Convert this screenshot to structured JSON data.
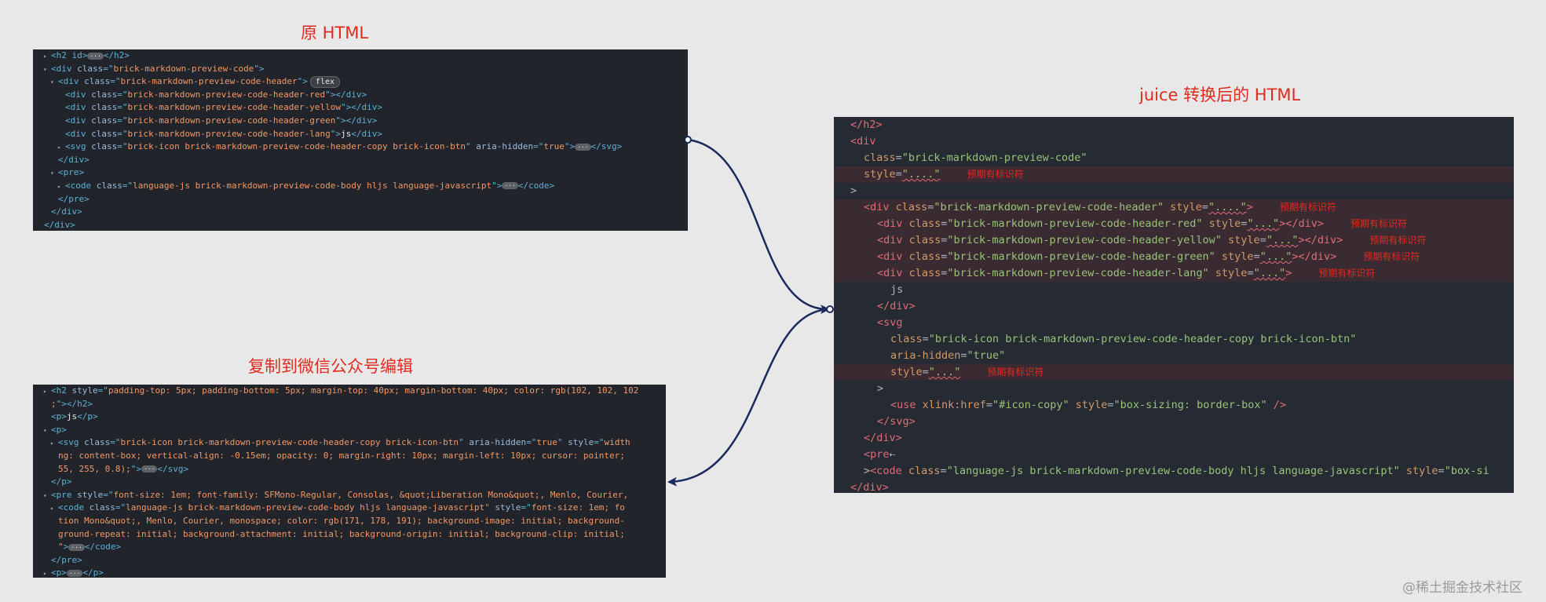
{
  "captions": {
    "original": "原 HTML",
    "wechat": "复制到微信公众号编辑",
    "juice": "juice 转换后的 HTML"
  },
  "panel_original": {
    "lines": [
      {
        "indent": 1,
        "tri": "▸",
        "parts": [
          [
            "tag",
            "<h2 id>"
          ],
          [
            "ell",
            "···"
          ],
          [
            "tag",
            "</h2>"
          ]
        ]
      },
      {
        "indent": 1,
        "tri": "▾",
        "parts": [
          [
            "tag",
            "<div "
          ],
          [
            "attr",
            "class"
          ],
          [
            "tag",
            "=\""
          ],
          [
            "val",
            "brick-markdown-preview-code"
          ],
          [
            "tag",
            "\">"
          ]
        ]
      },
      {
        "indent": 2,
        "tri": "▾",
        "parts": [
          [
            "tag",
            "<div "
          ],
          [
            "attr",
            "class"
          ],
          [
            "tag",
            "=\""
          ],
          [
            "val",
            "brick-markdown-preview-code-header"
          ],
          [
            "tag",
            "\">"
          ],
          [
            "badge",
            "flex"
          ]
        ]
      },
      {
        "indent": 3,
        "tri": "",
        "parts": [
          [
            "tag",
            "<div "
          ],
          [
            "attr",
            "class"
          ],
          [
            "tag",
            "=\""
          ],
          [
            "val",
            "brick-markdown-preview-code-header-red"
          ],
          [
            "tag",
            "\"></div>"
          ]
        ]
      },
      {
        "indent": 3,
        "tri": "",
        "parts": [
          [
            "tag",
            "<div "
          ],
          [
            "attr",
            "class"
          ],
          [
            "tag",
            "=\""
          ],
          [
            "val",
            "brick-markdown-preview-code-header-yellow"
          ],
          [
            "tag",
            "\"></div>"
          ]
        ]
      },
      {
        "indent": 3,
        "tri": "",
        "parts": [
          [
            "tag",
            "<div "
          ],
          [
            "attr",
            "class"
          ],
          [
            "tag",
            "=\""
          ],
          [
            "val",
            "brick-markdown-preview-code-header-green"
          ],
          [
            "tag",
            "\"></div>"
          ]
        ]
      },
      {
        "indent": 3,
        "tri": "",
        "parts": [
          [
            "tag",
            "<div "
          ],
          [
            "attr",
            "class"
          ],
          [
            "tag",
            "=\""
          ],
          [
            "val",
            "brick-markdown-preview-code-header-lang"
          ],
          [
            "tag",
            "\">"
          ],
          [
            "txt",
            "js"
          ],
          [
            "tag",
            "</div>"
          ]
        ]
      },
      {
        "indent": 3,
        "tri": "▸",
        "parts": [
          [
            "tag",
            "<svg "
          ],
          [
            "attr",
            "class"
          ],
          [
            "tag",
            "=\""
          ],
          [
            "val",
            "brick-icon brick-markdown-preview-code-header-copy brick-icon-btn"
          ],
          [
            "tag",
            "\" "
          ],
          [
            "attr",
            "aria-hidden"
          ],
          [
            "tag",
            "=\""
          ],
          [
            "val",
            "true"
          ],
          [
            "tag",
            "\">"
          ],
          [
            "ell",
            "···"
          ],
          [
            "tag",
            "</svg>"
          ]
        ]
      },
      {
        "indent": 2,
        "tri": "",
        "parts": [
          [
            "tag",
            "</div>"
          ]
        ]
      },
      {
        "indent": 2,
        "tri": "▾",
        "parts": [
          [
            "tag",
            "<pre>"
          ]
        ]
      },
      {
        "indent": 3,
        "tri": "▸",
        "parts": [
          [
            "tag",
            "<code "
          ],
          [
            "attr",
            "class"
          ],
          [
            "tag",
            "=\""
          ],
          [
            "val",
            "language-js brick-markdown-preview-code-body hljs language-javascript"
          ],
          [
            "tag",
            "\">"
          ],
          [
            "ell",
            "···"
          ],
          [
            "tag",
            "</code>"
          ]
        ]
      },
      {
        "indent": 2,
        "tri": "",
        "parts": [
          [
            "tag",
            "</pre>"
          ]
        ]
      },
      {
        "indent": 1,
        "tri": "",
        "parts": [
          [
            "tag",
            "</div>"
          ]
        ]
      },
      {
        "indent": 0,
        "tri": "",
        "parts": [
          [
            "tag",
            "</div>"
          ]
        ]
      }
    ]
  },
  "panel_wechat": {
    "lines": [
      {
        "indent": 1,
        "tri": "▸",
        "parts": [
          [
            "tag",
            "<h2 "
          ],
          [
            "attr",
            "style"
          ],
          [
            "tag",
            "=\""
          ],
          [
            "val",
            "padding-top: 5px; padding-bottom: 5px; margin-top: 40px; margin-bottom: 40px; color: rgb(102, 102, 102"
          ]
        ]
      },
      {
        "indent": 1,
        "tri": "",
        "parts": [
          [
            "val",
            ";"
          ],
          [
            "tag",
            "\">"
          ],
          [
            "tag",
            "</h2>"
          ]
        ]
      },
      {
        "indent": 1,
        "tri": "",
        "parts": [
          [
            "tag",
            "<p>"
          ],
          [
            "txt",
            "js"
          ],
          [
            "tag",
            "</p>"
          ]
        ]
      },
      {
        "indent": 1,
        "tri": "▾",
        "parts": [
          [
            "tag",
            "<p>"
          ]
        ]
      },
      {
        "indent": 2,
        "tri": "▸",
        "parts": [
          [
            "tag",
            "<svg "
          ],
          [
            "attr",
            "class"
          ],
          [
            "tag",
            "=\""
          ],
          [
            "val",
            "brick-icon brick-markdown-preview-code-header-copy brick-icon-btn"
          ],
          [
            "tag",
            "\" "
          ],
          [
            "attr",
            "aria-hidden"
          ],
          [
            "tag",
            "=\""
          ],
          [
            "val",
            "true"
          ],
          [
            "tag",
            "\" "
          ],
          [
            "attr",
            "style"
          ],
          [
            "tag",
            "=\""
          ],
          [
            "val",
            "width"
          ]
        ]
      },
      {
        "indent": 2,
        "tri": "",
        "parts": [
          [
            "val",
            "ng: content-box; vertical-align: -0.15em; opacity: 0; margin-right: 10px; margin-left: 10px; cursor: pointer;"
          ]
        ]
      },
      {
        "indent": 2,
        "tri": "",
        "parts": [
          [
            "val",
            "55, 255, 0.8);"
          ],
          [
            "tag",
            "\">"
          ],
          [
            "ell",
            "···"
          ],
          [
            "tag",
            "</svg>"
          ]
        ]
      },
      {
        "indent": 1,
        "tri": "",
        "parts": [
          [
            "tag",
            "</p>"
          ]
        ]
      },
      {
        "indent": 1,
        "tri": "▾",
        "parts": [
          [
            "tag",
            "<pre "
          ],
          [
            "attr",
            "style"
          ],
          [
            "tag",
            "=\""
          ],
          [
            "val",
            "font-size: 1em; font-family: SFMono-Regular, Consolas, &quot;Liberation Mono&quot;, Menlo, Courier,"
          ]
        ]
      },
      {
        "indent": 2,
        "tri": "▸",
        "parts": [
          [
            "tag",
            "<code "
          ],
          [
            "attr",
            "class"
          ],
          [
            "tag",
            "=\""
          ],
          [
            "val",
            "language-js brick-markdown-preview-code-body hljs language-javascript"
          ],
          [
            "tag",
            "\" "
          ],
          [
            "attr",
            "style"
          ],
          [
            "tag",
            "=\""
          ],
          [
            "val",
            "font-size: 1em; fo"
          ]
        ]
      },
      {
        "indent": 2,
        "tri": "",
        "parts": [
          [
            "val",
            "tion Mono&quot;, Menlo, Courier, monospace; color: rgb(171, 178, 191); background-image: initial; background-"
          ]
        ]
      },
      {
        "indent": 2,
        "tri": "",
        "parts": [
          [
            "val",
            "ground-repeat: initial; background-attachment: initial; background-origin: initial; background-clip: initial;"
          ]
        ]
      },
      {
        "indent": 2,
        "tri": "",
        "parts": [
          [
            "val",
            "\""
          ],
          [
            "tag",
            ">"
          ],
          [
            "ell",
            "···"
          ],
          [
            "tag",
            "</code>"
          ]
        ]
      },
      {
        "indent": 1,
        "tri": "",
        "parts": [
          [
            "tag",
            "</pre>"
          ]
        ]
      },
      {
        "indent": 1,
        "tri": "▸",
        "parts": [
          [
            "tag",
            "<p>"
          ],
          [
            "ell",
            "···"
          ],
          [
            "tag",
            "</p>"
          ]
        ]
      }
    ]
  },
  "panel_juice": {
    "note_text": "预期有标识符",
    "lines": [
      {
        "indent": 1,
        "hl": false,
        "parts": [
          [
            "e-tag",
            "</h2>"
          ]
        ],
        "note": false
      },
      {
        "indent": 1,
        "hl": false,
        "parts": [
          [
            "e-tag",
            "<div"
          ]
        ],
        "note": false
      },
      {
        "indent": 2,
        "hl": false,
        "parts": [
          [
            "e-attr",
            "class"
          ],
          [
            "e-pun",
            "="
          ],
          [
            "e-str",
            "\"brick-markdown-preview-code\""
          ]
        ],
        "note": false
      },
      {
        "indent": 2,
        "hl": true,
        "parts": [
          [
            "e-attr",
            "style"
          ],
          [
            "e-pun",
            "="
          ],
          [
            "e-str",
            "\"....\""
          ]
        ],
        "note": true
      },
      {
        "indent": 1,
        "hl": false,
        "parts": [
          [
            "e-pun",
            ">"
          ]
        ],
        "note": false
      },
      {
        "indent": 2,
        "hl": true,
        "parts": [
          [
            "e-tag",
            "<div "
          ],
          [
            "e-attr",
            "class"
          ],
          [
            "e-pun",
            "="
          ],
          [
            "e-str",
            "\"brick-markdown-preview-code-header\" "
          ],
          [
            "e-attr",
            "style"
          ],
          [
            "e-pun",
            "="
          ],
          [
            "e-str",
            "\"....\""
          ],
          [
            "e-tag",
            ">"
          ]
        ],
        "note": true
      },
      {
        "indent": 3,
        "hl": true,
        "parts": [
          [
            "e-tag",
            "<div "
          ],
          [
            "e-attr",
            "class"
          ],
          [
            "e-pun",
            "="
          ],
          [
            "e-str",
            "\"brick-markdown-preview-code-header-red\" "
          ],
          [
            "e-attr",
            "style"
          ],
          [
            "e-pun",
            "="
          ],
          [
            "e-str",
            "\"...\""
          ],
          [
            "e-tag",
            "></div>"
          ]
        ],
        "note": true
      },
      {
        "indent": 3,
        "hl": true,
        "parts": [
          [
            "e-tag",
            "<div "
          ],
          [
            "e-attr",
            "class"
          ],
          [
            "e-pun",
            "="
          ],
          [
            "e-str",
            "\"brick-markdown-preview-code-header-yellow\" "
          ],
          [
            "e-attr",
            "style"
          ],
          [
            "e-pun",
            "="
          ],
          [
            "e-str",
            "\"...\""
          ],
          [
            "e-tag",
            "></div>"
          ]
        ],
        "note": true
      },
      {
        "indent": 3,
        "hl": true,
        "parts": [
          [
            "e-tag",
            "<div "
          ],
          [
            "e-attr",
            "class"
          ],
          [
            "e-pun",
            "="
          ],
          [
            "e-str",
            "\"brick-markdown-preview-code-header-green\" "
          ],
          [
            "e-attr",
            "style"
          ],
          [
            "e-pun",
            "="
          ],
          [
            "e-str",
            "\"...\""
          ],
          [
            "e-tag",
            "></div>"
          ]
        ],
        "note": true
      },
      {
        "indent": 3,
        "hl": true,
        "parts": [
          [
            "e-tag",
            "<div "
          ],
          [
            "e-attr",
            "class"
          ],
          [
            "e-pun",
            "="
          ],
          [
            "e-str",
            "\"brick-markdown-preview-code-header-lang\" "
          ],
          [
            "e-attr",
            "style"
          ],
          [
            "e-pun",
            "="
          ],
          [
            "e-str",
            "\"...\""
          ],
          [
            "e-tag",
            ">"
          ]
        ],
        "note": true
      },
      {
        "indent": 4,
        "hl": false,
        "parts": [
          [
            "e-txt",
            "js"
          ]
        ],
        "note": false
      },
      {
        "indent": 3,
        "hl": false,
        "parts": [
          [
            "e-tag",
            "</div>"
          ]
        ],
        "note": false
      },
      {
        "indent": 3,
        "hl": false,
        "parts": [
          [
            "e-tag",
            "<svg"
          ]
        ],
        "note": false
      },
      {
        "indent": 4,
        "hl": false,
        "parts": [
          [
            "e-attr",
            "class"
          ],
          [
            "e-pun",
            "="
          ],
          [
            "e-str",
            "\"brick-icon brick-markdown-preview-code-header-copy brick-icon-btn\""
          ]
        ],
        "note": false
      },
      {
        "indent": 4,
        "hl": false,
        "parts": [
          [
            "e-attr",
            "aria-hidden"
          ],
          [
            "e-pun",
            "="
          ],
          [
            "e-str",
            "\"true\""
          ]
        ],
        "note": false
      },
      {
        "indent": 4,
        "hl": true,
        "parts": [
          [
            "e-attr",
            "style"
          ],
          [
            "e-pun",
            "="
          ],
          [
            "e-str",
            "\"...\""
          ]
        ],
        "note": true
      },
      {
        "indent": 3,
        "hl": false,
        "parts": [
          [
            "e-pun",
            ">"
          ]
        ],
        "note": false
      },
      {
        "indent": 4,
        "hl": false,
        "parts": [
          [
            "e-tag",
            "<use "
          ],
          [
            "e-attr",
            "xlink:href"
          ],
          [
            "e-pun",
            "="
          ],
          [
            "e-str",
            "\"#icon-copy\" "
          ],
          [
            "e-attr",
            "style"
          ],
          [
            "e-pun",
            "="
          ],
          [
            "e-str",
            "\"box-sizing: border-box\""
          ],
          [
            "e-tag",
            " />"
          ]
        ],
        "note": false
      },
      {
        "indent": 3,
        "hl": false,
        "parts": [
          [
            "e-tag",
            "</svg>"
          ]
        ],
        "note": false
      },
      {
        "indent": 2,
        "hl": false,
        "parts": [
          [
            "e-tag",
            "</div>"
          ]
        ],
        "note": false
      },
      {
        "indent": 2,
        "hl": false,
        "parts": [
          [
            "e-tag",
            "<pre"
          ],
          [
            "e-pun",
            "⇠"
          ]
        ],
        "note": false
      },
      {
        "indent": 2,
        "hl": false,
        "parts": [
          [
            "e-pun",
            ">"
          ],
          [
            "e-tag",
            "<code "
          ],
          [
            "e-attr",
            "class"
          ],
          [
            "e-pun",
            "="
          ],
          [
            "e-str",
            "\"language-js brick-markdown-preview-code-body hljs language-javascript\" "
          ],
          [
            "e-attr",
            "style"
          ],
          [
            "e-pun",
            "="
          ],
          [
            "e-str",
            "\"box-si"
          ]
        ],
        "note": false
      },
      {
        "indent": 1,
        "hl": false,
        "parts": [
          [
            "e-tag",
            "</div>"
          ]
        ],
        "note": false
      }
    ]
  },
  "watermark": "@稀土掘金技术社区",
  "colors": {
    "caption": "#e02b20",
    "arrow": "#1b2a5c",
    "panel_bg": "#21252b",
    "editor_bg": "#262a33"
  }
}
